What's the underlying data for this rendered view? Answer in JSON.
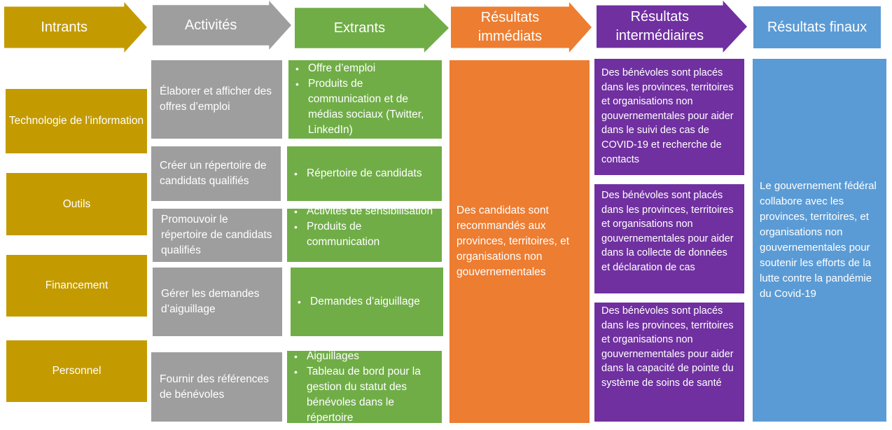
{
  "headers": {
    "inputs": "Intrants",
    "activities": "Activités",
    "outputs": "Extrants",
    "immediate": "Résultats immédiats",
    "intermediate": "Résultats intermédiaires",
    "final": "Résultats finaux"
  },
  "inputs": [
    "Technologie de l’information",
    "Outils",
    "Financement",
    "Personnel"
  ],
  "activities": [
    "Élaborer et afficher des offres d’emploi",
    "Créer un répertoire de candidats qualifiés",
    "Promouvoir le répertoire de candidats qualifiés",
    "Gérer les demandes d’aiguillage",
    "Fournir des références de bénévoles"
  ],
  "outputs": [
    [
      "Offre d’emploi",
      "Produits de communication et de médias sociaux (Twitter, LinkedIn)"
    ],
    [
      "Répertoire de candidats"
    ],
    [
      "Activités de sensibilisation",
      "Produits de communication"
    ],
    [
      "Demandes d’aiguillage"
    ],
    [
      "Aiguillages",
      "Tableau de bord pour la gestion du statut des bénévoles dans le répertoire"
    ]
  ],
  "immediate_outcome": "Des candidats sont recommandés aux provinces, territoires, et organisations non gouvernementales",
  "intermediate_outcomes": [
    "Des bénévoles sont placés dans les provinces, territoires et organisations non gouvernementales pour aider dans le suivi des cas de COVID-19 et recherche de contacts",
    "Des bénévoles sont placés dans les provinces, territoires et organisations non gouvernementales pour aider dans la collecte de données et déclaration de cas",
    "Des bénévoles sont placés dans les provinces, territoires et organisations non gouvernementales pour aider dans la capacité de pointe du système de soins de santé"
  ],
  "final_outcome": "Le gouvernement fédéral collabore avec les provinces, territoires, et organisations non gouvernementales pour soutenir les efforts de la lutte contre la pandémie du Covid-19",
  "colors": {
    "inputs": "#c39b00",
    "activities": "#9e9e9e",
    "outputs": "#70ad47",
    "immediate": "#ed7d31",
    "intermediate": "#7030a0",
    "final": "#5b9bd5"
  }
}
